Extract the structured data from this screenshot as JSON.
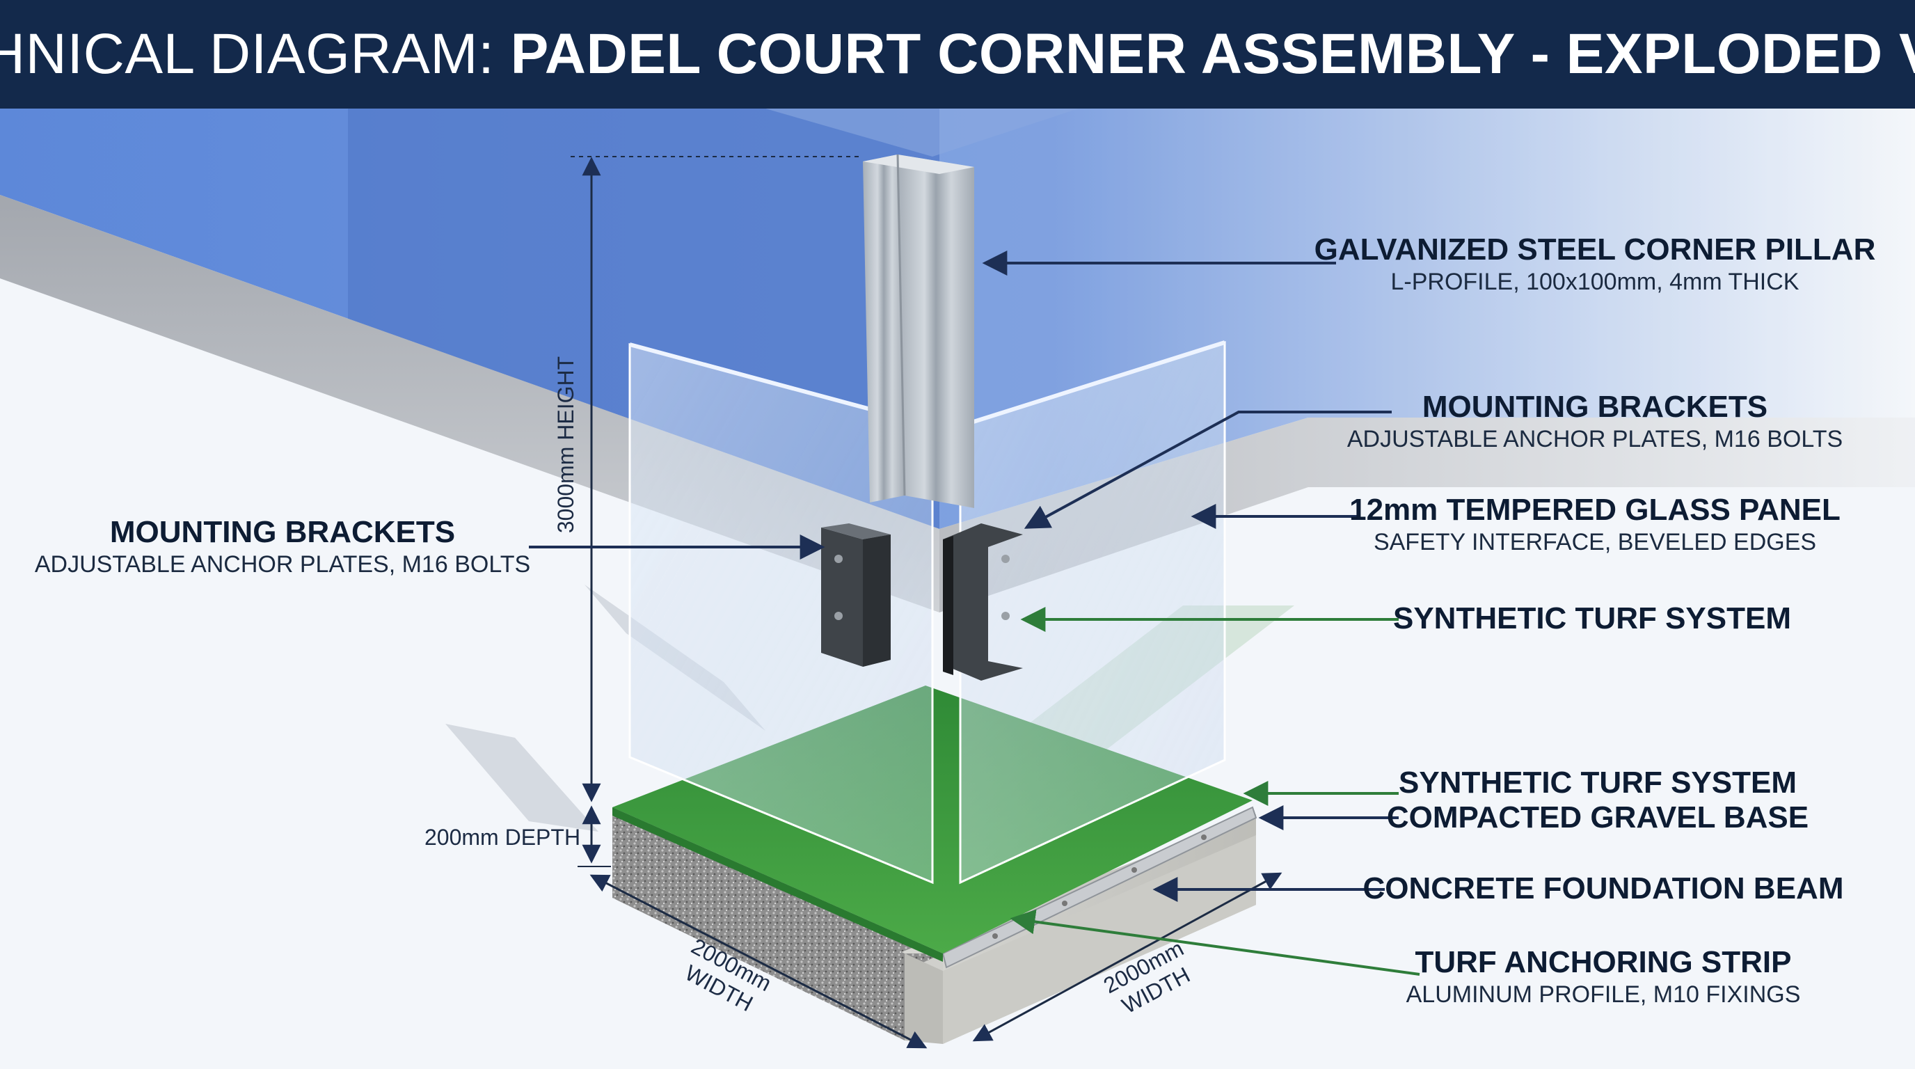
{
  "title": {
    "prefix": "TECHNICAL DIAGRAM:",
    "main": "PADEL COURT CORNER ASSEMBLY - EXPLODED VIEW"
  },
  "callouts": {
    "pillar": {
      "heading": "GALVANIZED STEEL CORNER PILLAR",
      "detail": "L-PROFILE, 100x100mm, 4mm THICK"
    },
    "brackets_right": {
      "heading": "MOUNTING BRACKETS",
      "detail": "ADJUSTABLE ANCHOR PLATES, M16 BOLTS"
    },
    "glass": {
      "heading": "12mm TEMPERED GLASS PANEL",
      "detail": "SAFETY INTERFACE, BEVELED EDGES"
    },
    "turf_upper": {
      "heading": "SYNTHETIC TURF SYSTEM"
    },
    "turf": {
      "heading": "SYNTHETIC TURF SYSTEM"
    },
    "gravel": {
      "heading": "COMPACTED GRAVEL BASE"
    },
    "concrete": {
      "heading": "CONCRETE FOUNDATION BEAM"
    },
    "strip": {
      "heading": "TURF ANCHORING STRIP",
      "detail": "ALUMINUM PROFILE, M10 FIXINGS"
    },
    "brackets_left": {
      "heading": "MOUNTING BRACKETS",
      "detail": "ADJUSTABLE ANCHOR PLATES, M16 BOLTS"
    }
  },
  "dimensions": {
    "height": "3000mm HEIGHT",
    "depth": "200mm DEPTH",
    "width_left": [
      "2000mm",
      "WIDTH"
    ],
    "width_right": [
      "2000mm",
      "WIDTH"
    ]
  },
  "colors": {
    "title_bar": "#13294b",
    "sky_blue": "#5b86d6",
    "turf_green": "#3f9a3e",
    "steel": "#b9c1c9",
    "bracket": "#3e4247",
    "concrete": "#c8c8c4",
    "gravel": "#8d8d8d",
    "leader_navy": "#1d2f55",
    "leader_green": "#2e7d3a"
  }
}
